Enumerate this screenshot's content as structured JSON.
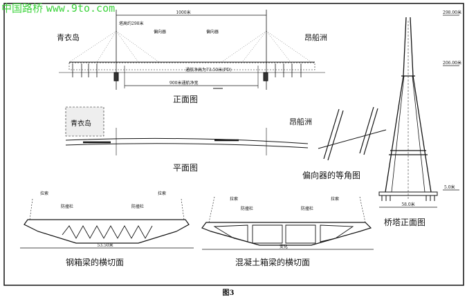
{
  "watermark": {
    "site_name": "中国路桥",
    "url": "www.9to.com"
  },
  "elevation": {
    "title": "正面图",
    "span": "1000米",
    "tower_height": "塔高约298米",
    "deflector_left": "偏向器",
    "deflector_right": "偏向器",
    "left_place": "青衣岛",
    "right_place": "昂船洲",
    "clearance_height": "通航净高为73.50米(PD)",
    "clearance_width": "900米通航净宽"
  },
  "plan": {
    "title": "平面图",
    "left_place": "青衣岛",
    "right_place": "昂船洲"
  },
  "deflector_iso": {
    "title": "偏向器的等角图"
  },
  "tower": {
    "title": "桥塔正面图",
    "top_level": "298.00米",
    "mid_level": "206.00米",
    "base_level": "5.0米",
    "base_width": "58.0米"
  },
  "steel_section": {
    "title": "钢箱梁的横切面",
    "cable_left": "拉索",
    "cable_right": "拉索",
    "barrier_left": "防撞栏",
    "barrier_right": "防撞栏",
    "width": "53.50米"
  },
  "concrete_section": {
    "title": "混凝土箱梁的横切面",
    "cable_left": "拉索",
    "cable_right": "拉索",
    "barrier_left": "防撞栏",
    "barrier_right": "防撞栏",
    "width": "变化"
  },
  "caption": "图3"
}
